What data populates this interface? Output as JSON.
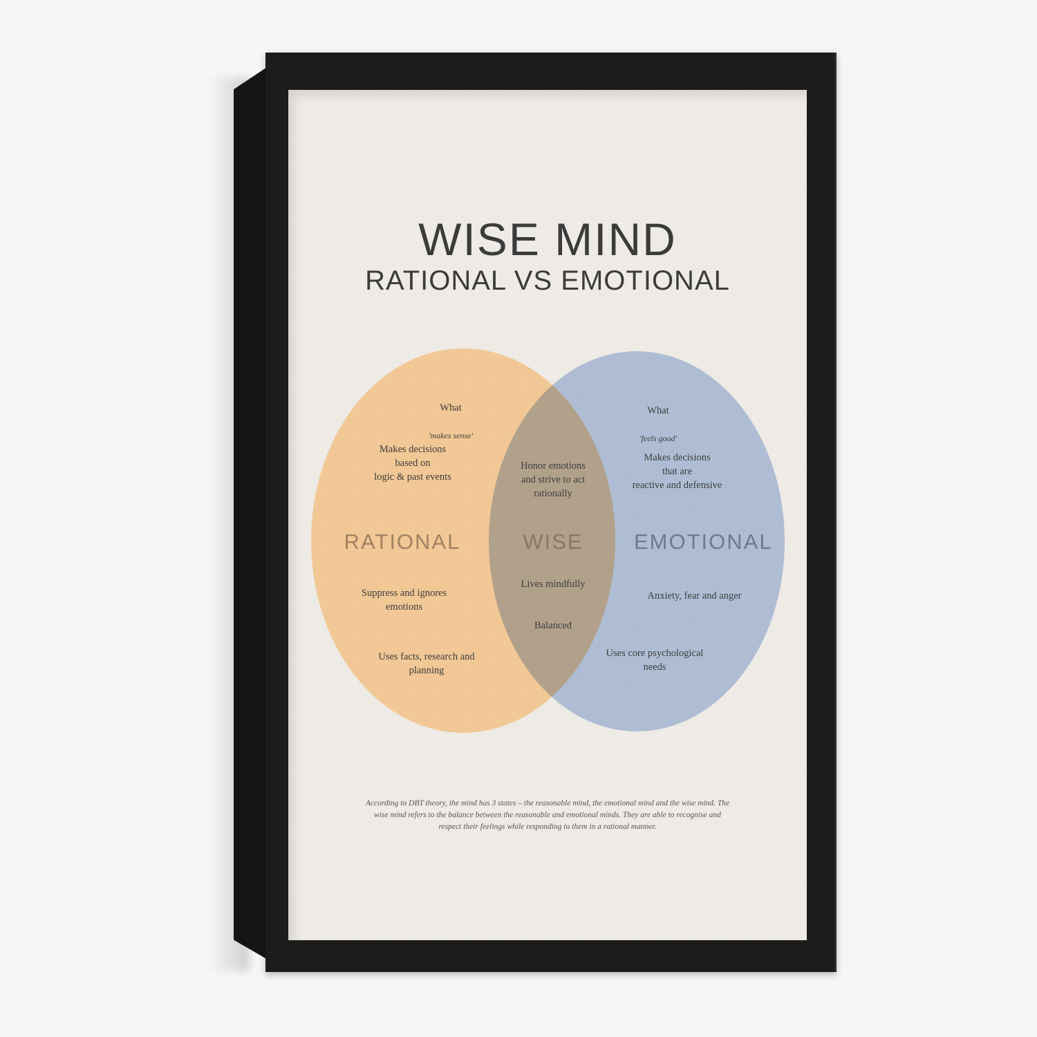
{
  "poster": {
    "title": "WISE MIND",
    "subtitle": "RATIONAL VS EMOTIONAL",
    "caption": "According to DBT theory, the mind has 3 states – the reasonable mind, the emotional mind and the wise mind. The wise mind refers to the balance between the reasonable and emotional minds. They are able to recognise and respect their feelings while responding to them in a rational manner."
  },
  "rational": {
    "label": "RATIONAL",
    "color": "#f1c48e",
    "what": "What",
    "what_quote": "'makes sense'",
    "decisions": "Makes decisions\nbased on\nlogic & past events",
    "suppress": "Suppress and ignores\nemotions",
    "uses": "Uses facts, research and\nplanning"
  },
  "wise": {
    "label": "WISE",
    "honor": "Honor emotions\nand strive to act\nrationally",
    "lives": "Lives mindfully",
    "balanced": "Balanced"
  },
  "emotional": {
    "label": "EMOTIONAL",
    "color": "#91b0e0",
    "what": "What",
    "what_quote": "'feels good'",
    "decisions": "Makes decisions\nthat are\nreactive and defensive",
    "anxiety": "Anxiety, fear and anger",
    "uses": "Uses core psychological\nneeds"
  }
}
